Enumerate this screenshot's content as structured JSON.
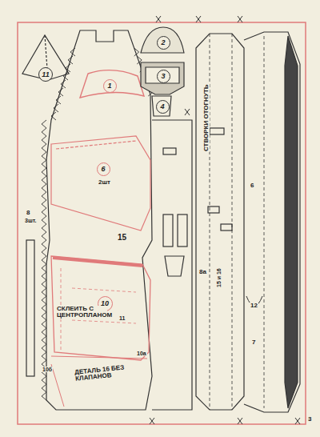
{
  "diagram": {
    "nodes": [
      {
        "text": [
          "11"
        ]
      },
      {
        "text": [
          "1"
        ]
      },
      {
        "text": [
          "2"
        ]
      },
      {
        "text": [
          "3"
        ]
      },
      {
        "text": [
          "4"
        ]
      },
      {
        "text": [
          "6"
        ]
      },
      {
        "text": [
          "10"
        ]
      }
    ],
    "labels": [
      "2шт",
      "15",
      "СКЛЕИТЬ С ЦЕНТРОПЛАНОМ",
      "11",
      "10а",
      "10б",
      "ДЕТАЛЬ 16 БЕЗ КЛАПАНОВ",
      "8",
      "3шт.",
      "СТВОРКИ ОТОГНУТЬ",
      "6",
      "8а",
      "15 и 16",
      "12",
      "7",
      "3"
    ]
  }
}
